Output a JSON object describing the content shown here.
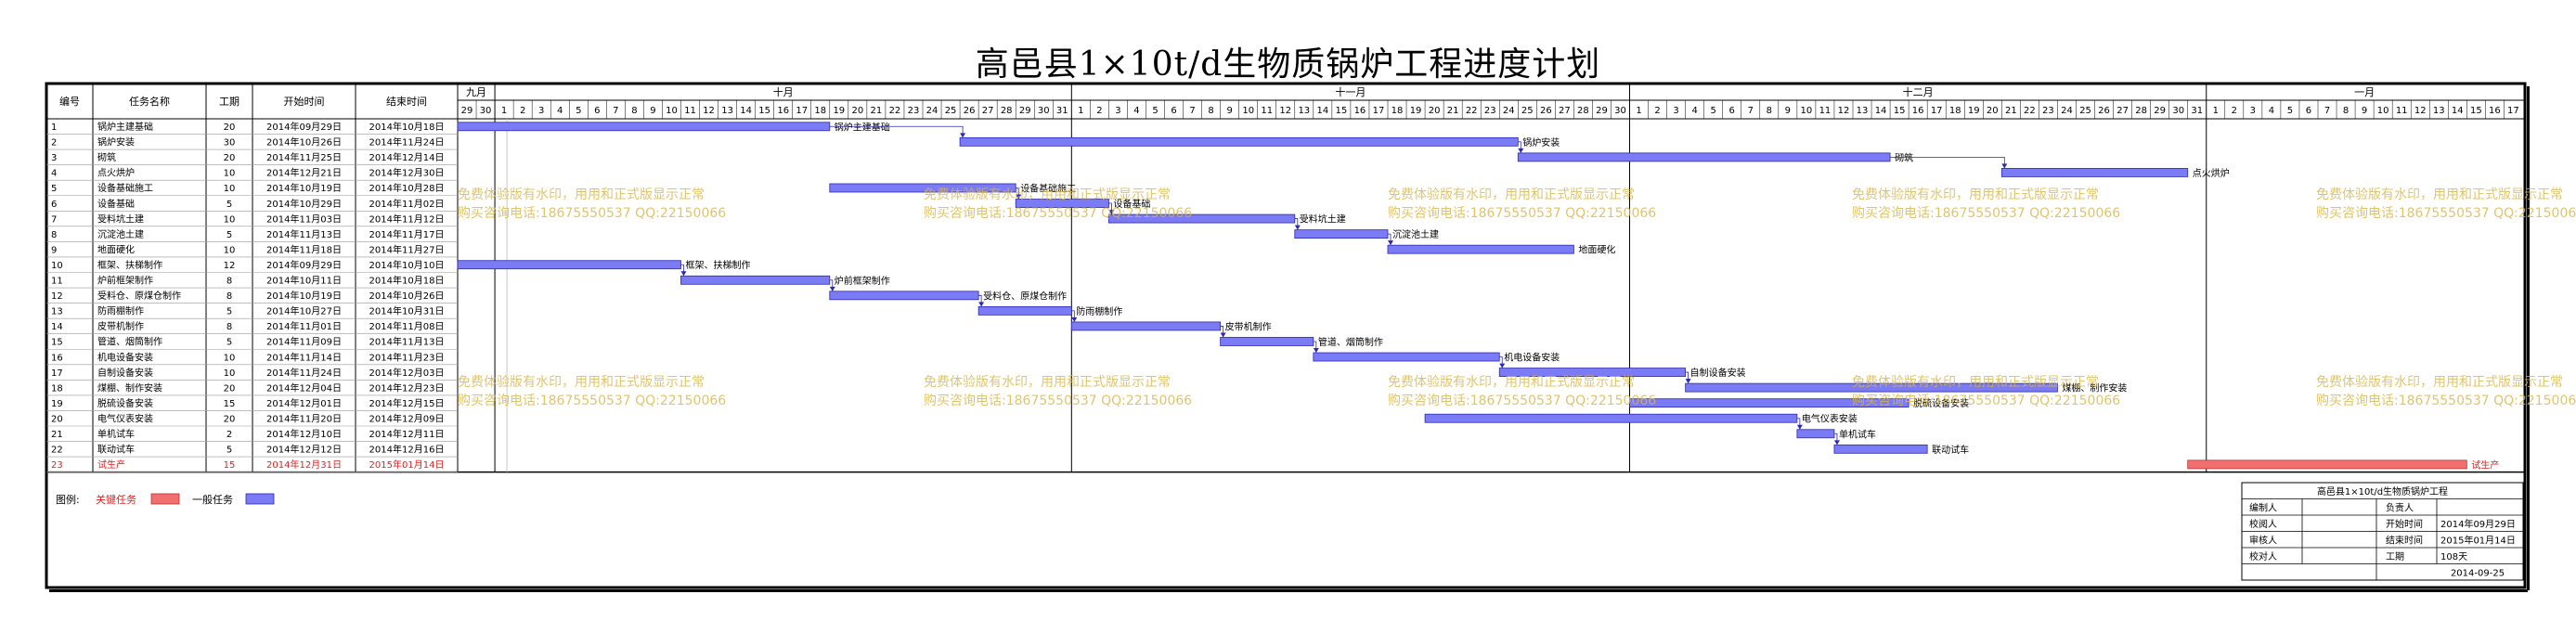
{
  "title": "高邑县1×10t/d生物质锅炉工程进度计划",
  "table": {
    "headers": [
      "编号",
      "任务名称",
      "工期",
      "开始时间",
      "结束时间"
    ],
    "rows": [
      {
        "id": "1",
        "name": "锅炉主建基础",
        "days": "20",
        "start": "2014年09月29日",
        "end": "2014年10月18日",
        "red": false
      },
      {
        "id": "2",
        "name": "锅炉安装",
        "days": "30",
        "start": "2014年10月26日",
        "end": "2014年11月24日",
        "red": false
      },
      {
        "id": "3",
        "name": "砌筑",
        "days": "20",
        "start": "2014年11月25日",
        "end": "2014年12月14日",
        "red": false
      },
      {
        "id": "4",
        "name": "点火烘炉",
        "days": "10",
        "start": "2014年12月21日",
        "end": "2014年12月30日",
        "red": false
      },
      {
        "id": "5",
        "name": "设备基础施工",
        "days": "10",
        "start": "2014年10月19日",
        "end": "2014年10月28日",
        "red": false
      },
      {
        "id": "6",
        "name": "设备基础",
        "days": "5",
        "start": "2014年10月29日",
        "end": "2014年11月02日",
        "red": false
      },
      {
        "id": "7",
        "name": "受料坑土建",
        "days": "10",
        "start": "2014年11月03日",
        "end": "2014年11月12日",
        "red": false
      },
      {
        "id": "8",
        "name": "沉淀池土建",
        "days": "5",
        "start": "2014年11月13日",
        "end": "2014年11月17日",
        "red": false
      },
      {
        "id": "9",
        "name": "地面硬化",
        "days": "10",
        "start": "2014年11月18日",
        "end": "2014年11月27日",
        "red": false
      },
      {
        "id": "10",
        "name": "框架、扶梯制作",
        "days": "12",
        "start": "2014年09月29日",
        "end": "2014年10月10日",
        "red": false
      },
      {
        "id": "11",
        "name": "炉前框架制作",
        "days": "8",
        "start": "2014年10月11日",
        "end": "2014年10月18日",
        "red": false
      },
      {
        "id": "12",
        "name": "受料仓、原煤仓制作",
        "days": "8",
        "start": "2014年10月19日",
        "end": "2014年10月26日",
        "red": false
      },
      {
        "id": "13",
        "name": "防雨棚制作",
        "days": "5",
        "start": "2014年10月27日",
        "end": "2014年10月31日",
        "red": false
      },
      {
        "id": "14",
        "name": "皮带机制作",
        "days": "8",
        "start": "2014年11月01日",
        "end": "2014年11月08日",
        "red": false
      },
      {
        "id": "15",
        "name": "管道、烟筒制作",
        "days": "5",
        "start": "2014年11月09日",
        "end": "2014年11月13日",
        "red": false
      },
      {
        "id": "16",
        "name": "机电设备安装",
        "days": "10",
        "start": "2014年11月14日",
        "end": "2014年11月23日",
        "red": false
      },
      {
        "id": "17",
        "name": "自制设备安装",
        "days": "10",
        "start": "2014年11月24日",
        "end": "2014年12月03日",
        "red": false
      },
      {
        "id": "18",
        "name": "煤棚、制作安装",
        "days": "20",
        "start": "2014年12月04日",
        "end": "2014年12月23日",
        "red": false
      },
      {
        "id": "19",
        "name": "脱硫设备安装",
        "days": "15",
        "start": "2014年12月01日",
        "end": "2014年12月15日",
        "red": false
      },
      {
        "id": "20",
        "name": "电气仪表安装",
        "days": "20",
        "start": "2014年11月20日",
        "end": "2014年12月09日",
        "red": false
      },
      {
        "id": "21",
        "name": "单机试车",
        "days": "2",
        "start": "2014年12月10日",
        "end": "2014年12月11日",
        "red": false
      },
      {
        "id": "22",
        "name": "联动试车",
        "days": "5",
        "start": "2014年12月12日",
        "end": "2014年12月16日",
        "red": false
      },
      {
        "id": "23",
        "name": "试生产",
        "days": "15",
        "start": "2014年12月31日",
        "end": "2015年01月14日",
        "red": true
      }
    ]
  },
  "months": [
    {
      "label": "九月",
      "days": [
        29,
        30
      ]
    },
    {
      "label": "十月",
      "from": 1,
      "to": 31
    },
    {
      "label": "十一月",
      "from": 1,
      "to": 30
    },
    {
      "label": "十二月",
      "from": 1,
      "to": 31
    },
    {
      "label": "一月",
      "from": 1,
      "to": 17
    }
  ],
  "chart_data": {
    "type": "gantt",
    "title": "高邑县1×10t/d生物质锅炉工程进度计划",
    "x_range": [
      "2014-09-29",
      "2015-01-17"
    ],
    "tasks": [
      {
        "name": "锅炉主建基础",
        "start": "2014-09-29",
        "end": "2014-10-18",
        "label": "锅炉主建基础",
        "critical": false
      },
      {
        "name": "锅炉安装",
        "start": "2014-10-26",
        "end": "2014-11-24",
        "label": "锅炉安装",
        "critical": false
      },
      {
        "name": "砌筑",
        "start": "2014-11-25",
        "end": "2014-12-14",
        "label": "砌筑",
        "critical": false
      },
      {
        "name": "点火烘炉",
        "start": "2014-12-21",
        "end": "2014-12-30",
        "label": "点火烘炉",
        "critical": false
      },
      {
        "name": "设备基础施工",
        "start": "2014-10-19",
        "end": "2014-10-28",
        "label": "设备基础施工",
        "critical": false
      },
      {
        "name": "设备基础",
        "start": "2014-10-29",
        "end": "2014-11-02",
        "label": "设备基础",
        "critical": false
      },
      {
        "name": "受料坑土建",
        "start": "2014-11-03",
        "end": "2014-11-12",
        "label": "受料坑土建",
        "critical": false
      },
      {
        "name": "沉淀池土建",
        "start": "2014-11-13",
        "end": "2014-11-17",
        "label": "沉淀池土建",
        "critical": false
      },
      {
        "name": "地面硬化",
        "start": "2014-11-18",
        "end": "2014-11-27",
        "label": "地面硬化",
        "critical": false
      },
      {
        "name": "框架、扶梯制作",
        "start": "2014-09-29",
        "end": "2014-10-10",
        "label": "框架、扶梯制作",
        "critical": false
      },
      {
        "name": "炉前框架制作",
        "start": "2014-10-11",
        "end": "2014-10-18",
        "label": "炉前框架制作",
        "critical": false
      },
      {
        "name": "受料仓、原煤仓制作",
        "start": "2014-10-19",
        "end": "2014-10-26",
        "label": "受料仓、原煤仓制作",
        "critical": false
      },
      {
        "name": "防雨棚制作",
        "start": "2014-10-27",
        "end": "2014-10-31",
        "label": "防雨棚制作",
        "critical": false
      },
      {
        "name": "皮带机制作",
        "start": "2014-11-01",
        "end": "2014-11-08",
        "label": "皮带机制作",
        "critical": false
      },
      {
        "name": "管道、烟筒制作",
        "start": "2014-11-09",
        "end": "2014-11-13",
        "label": "管道、烟筒制作",
        "critical": false
      },
      {
        "name": "机电设备安装",
        "start": "2014-11-14",
        "end": "2014-11-23",
        "label": "机电设备安装",
        "critical": false
      },
      {
        "name": "自制设备安装",
        "start": "2014-11-24",
        "end": "2014-12-03",
        "label": "自制设备安装",
        "critical": false
      },
      {
        "name": "煤棚、制作安装",
        "start": "2014-12-04",
        "end": "2014-12-23",
        "label": "煤棚、制作安装",
        "critical": false
      },
      {
        "name": "脱硫设备安装",
        "start": "2014-12-01",
        "end": "2014-12-15",
        "label": "脱硫设备安装",
        "critical": false
      },
      {
        "name": "电气仪表安装",
        "start": "2014-11-20",
        "end": "2014-12-09",
        "label": "电气仪表安装",
        "critical": false
      },
      {
        "name": "单机试车",
        "start": "2014-12-10",
        "end": "2014-12-11",
        "label": "单机试车",
        "critical": false
      },
      {
        "name": "联动试车",
        "start": "2014-12-12",
        "end": "2014-12-16",
        "label": "联动试车",
        "critical": false
      },
      {
        "name": "试生产",
        "start": "2014-12-31",
        "end": "2015-01-14",
        "label": "试生产",
        "critical": true
      }
    ],
    "links": [
      [
        0,
        1
      ],
      [
        1,
        2
      ],
      [
        2,
        3
      ],
      [
        4,
        5
      ],
      [
        5,
        6
      ],
      [
        6,
        7
      ],
      [
        7,
        8
      ],
      [
        9,
        10
      ],
      [
        10,
        11
      ],
      [
        11,
        12
      ],
      [
        12,
        13
      ],
      [
        13,
        14
      ],
      [
        14,
        15
      ],
      [
        15,
        16
      ],
      [
        16,
        17
      ],
      [
        19,
        20
      ],
      [
        20,
        21
      ]
    ]
  },
  "legend": {
    "label": "图例:",
    "critical_label": "关键任务",
    "normal_label": "一般任务",
    "critical_color": "#f07070",
    "normal_color": "#7b7bf5"
  },
  "colors": {
    "bar": "#7b7bf5",
    "bar_stroke": "#2a2ab0",
    "critical": "#f07070",
    "critical_text": "#e02020",
    "watermark": "#d8b64a"
  },
  "watermark": {
    "line1": "免费体验版有水印，用用和正式版显示正常",
    "line2": "购买咨询电话:18675550537 QQ:22150066"
  },
  "info_box": {
    "title": "高邑县1×10t/d生物质锅炉工程",
    "rows": [
      {
        "k1": "编制人",
        "v1": "",
        "k2": "负责人",
        "v2": ""
      },
      {
        "k1": "校阅人",
        "v1": "",
        "k2": "开始时间",
        "v2": "2014年09月29日"
      },
      {
        "k1": "审核人",
        "v1": "",
        "k2": "结束时间",
        "v2": "2015年01月14日"
      },
      {
        "k1": "校对人",
        "v1": "",
        "k2": "工期",
        "v2": "108天"
      }
    ],
    "date": "2014-09-25"
  }
}
